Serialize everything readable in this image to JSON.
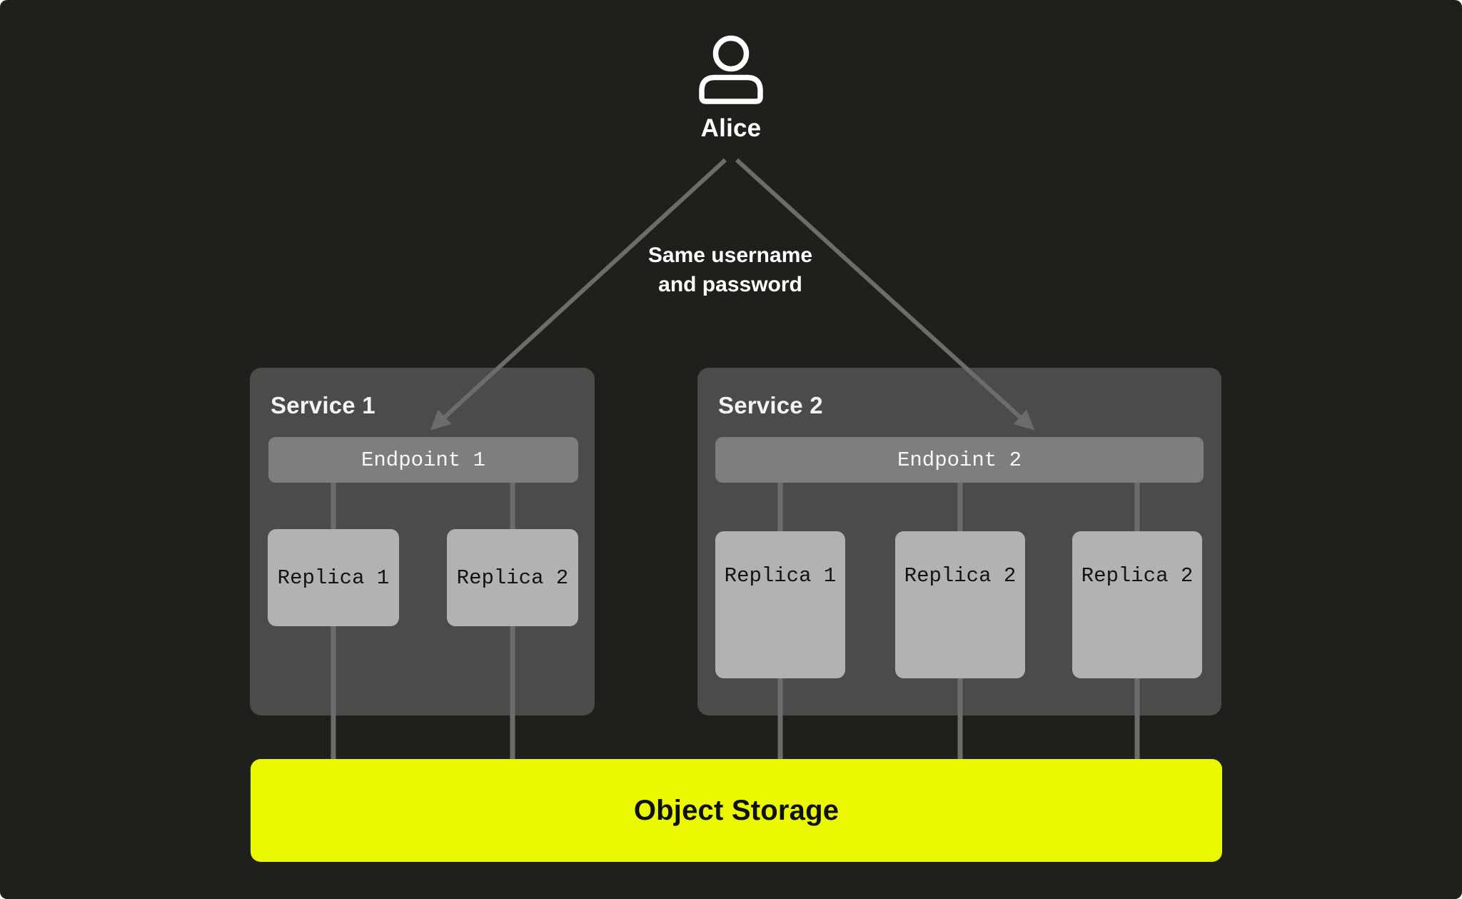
{
  "diagram": {
    "user": {
      "name": "Alice"
    },
    "auth_note": {
      "line1": "Same username",
      "line2": "and password"
    },
    "services": [
      {
        "title": "Service 1",
        "endpoint": "Endpoint 1",
        "replicas": [
          "Replica 1",
          "Replica 2"
        ]
      },
      {
        "title": "Service 2",
        "endpoint": "Endpoint 2",
        "replicas": [
          "Replica 1",
          "Replica 2",
          "Replica 2"
        ]
      }
    ],
    "storage": {
      "label": "Object Storage"
    },
    "colors": {
      "background": "#1F1F1B",
      "service_panel": "#4B4B49",
      "endpoint_bar": "#7E7E7D",
      "replica_card": "#B2B2B0",
      "connector": "#6C6C6A",
      "storage_accent": "#EAF900",
      "text_light": "#FFFFFF",
      "text_dark": "#111111"
    }
  }
}
